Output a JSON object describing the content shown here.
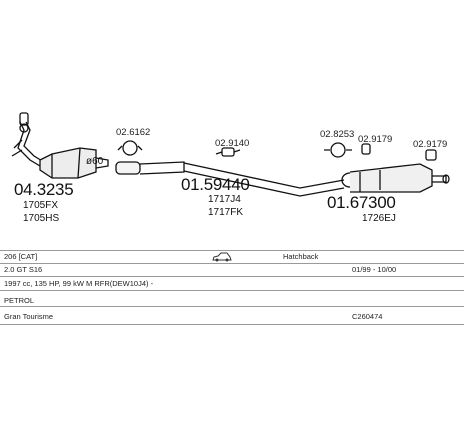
{
  "parts": [
    {
      "main": "04.3235",
      "sub1": "1705FX",
      "sub2": "1705HS",
      "note": "ø60"
    },
    {
      "main": "01.59440",
      "sub1": "1717J4",
      "sub2": "1717FK"
    },
    {
      "main": "01.67300",
      "sub1": "1726EJ"
    }
  ],
  "accessories": [
    "02.6162",
    "02.9140",
    "02.8253",
    "02.9179",
    "02.9179"
  ],
  "table": {
    "row1": {
      "model": "206  [CAT]",
      "body": "Hatchback"
    },
    "row2": {
      "engine": "2.0 GT S16",
      "dates": "01/99 - 10/00"
    },
    "row3": {
      "spec": "1997 cc, 135 HP, 99 kW M RFR(DEW10J4) -"
    },
    "row4": {
      "fuel": "PETROL"
    },
    "row5": {
      "trim": "Gran Tourisme",
      "ref": "C260474"
    }
  }
}
